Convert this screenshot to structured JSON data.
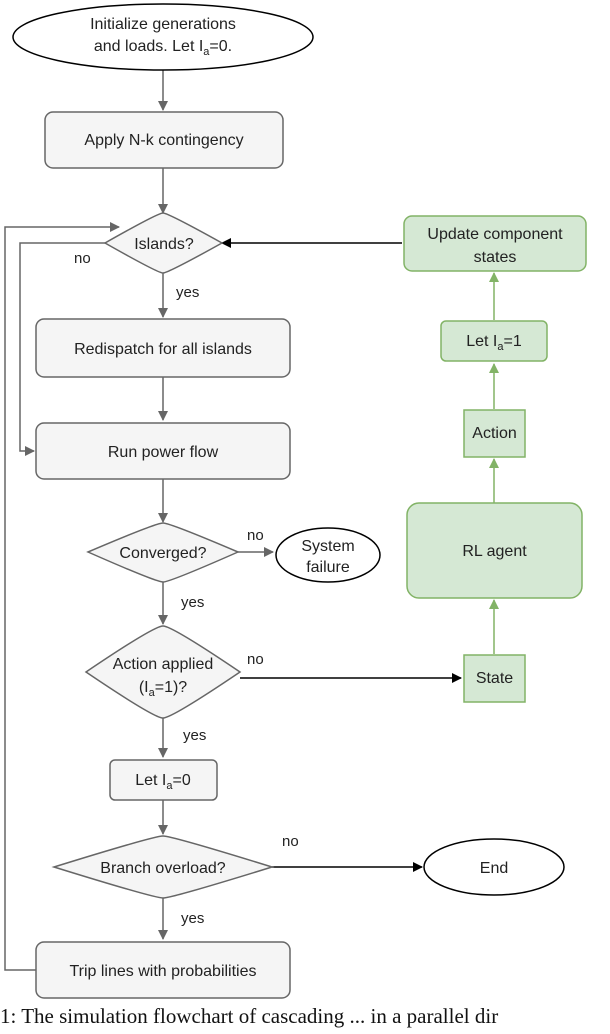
{
  "nodes": {
    "init_line1": "Initialize generations",
    "init_line2": "and loads. Let I",
    "init_line2_sub": "a",
    "init_line2_end": "=0.",
    "contingency": "Apply N-k contingency",
    "islands": "Islands?",
    "redispatch": "Redispatch for all islands",
    "powerflow": "Run power flow",
    "converged": "Converged?",
    "failure_line1": "System",
    "failure_line2": "failure",
    "action_applied_line1": "Action applied",
    "action_applied_line2_pre": "(I",
    "action_applied_line2_sub": "a",
    "action_applied_line2_post": "=1)?",
    "let_ia0_pre": "Let I",
    "let_ia0_sub": "a",
    "let_ia0_post": "=0",
    "branch_overload": "Branch overload?",
    "end": "End",
    "trip_lines": "Trip lines with probabilities",
    "state": "State",
    "rl_agent": "RL agent",
    "action": "Action",
    "let_ia1_pre": "Let I",
    "let_ia1_sub": "a",
    "let_ia1_post": "=1",
    "update_line1": "Update component",
    "update_line2": "states"
  },
  "edge_labels": {
    "islands_no": "no",
    "islands_yes": "yes",
    "converged_no": "no",
    "converged_yes": "yes",
    "action_no": "no",
    "action_yes": "yes",
    "overload_no": "no",
    "overload_yes": "yes"
  },
  "caption": "1: The simulation flowchart of cascading ... in a parallel dir",
  "colors": {
    "gray_fill": "#f5f5f5",
    "gray_stroke": "#666666",
    "green_fill": "#d5e8d4",
    "green_stroke": "#82b366"
  }
}
